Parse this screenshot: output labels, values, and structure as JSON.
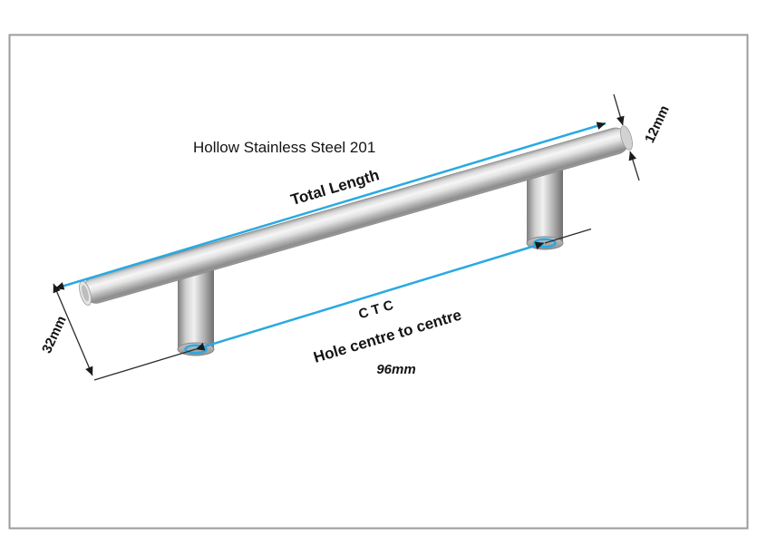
{
  "colors": {
    "frame_border": "#9b9b9b",
    "dimension_blue": "#2aa9e1",
    "arrow": "#1a1a1a",
    "text": "#141414"
  },
  "diagram": {
    "labels": {
      "material": "Hollow Stainless Steel 201",
      "total_length": "Total Length",
      "diameter": "12mm",
      "overall_height": "32mm",
      "ctc": "C T C",
      "ctc_description": "Hole centre to centre",
      "ctc_value": "96mm"
    }
  }
}
